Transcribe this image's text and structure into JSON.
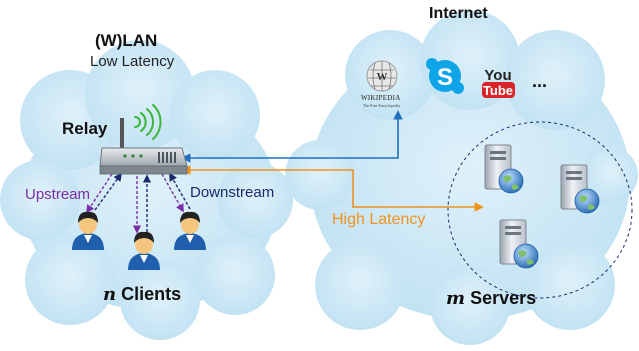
{
  "lan": {
    "title": "(W)LAN",
    "subtitle": "Low Latency",
    "relay_label": "Relay",
    "upstream_label": "Upstream",
    "downstream_label": "Downstream",
    "clients_var": "n",
    "clients_label": "Clients"
  },
  "internet": {
    "title": "Internet",
    "high_latency_label": "High Latency",
    "servers_var": "m",
    "servers_label": "Servers",
    "services": {
      "wikipedia_word": "WIKIPEDIA",
      "wikipedia_tagline": "The Free Encyclopedia",
      "youtube_top": "You",
      "youtube_bottom": "Tube",
      "ellipsis": "..."
    }
  },
  "colors": {
    "cloud": "#c8e6f4",
    "upstream": "#7b2fa6",
    "downstream": "#1b2a6b",
    "wired_link": "#1f6fbf",
    "high_latency": "#f0921e",
    "server_body": "#cfd5dc",
    "globe": "#4a90d9"
  },
  "icons": [
    "wikipedia-icon",
    "skype-icon",
    "youtube-icon",
    "router-icon",
    "wifi-icon",
    "client-icon",
    "server-icon",
    "globe-icon"
  ]
}
